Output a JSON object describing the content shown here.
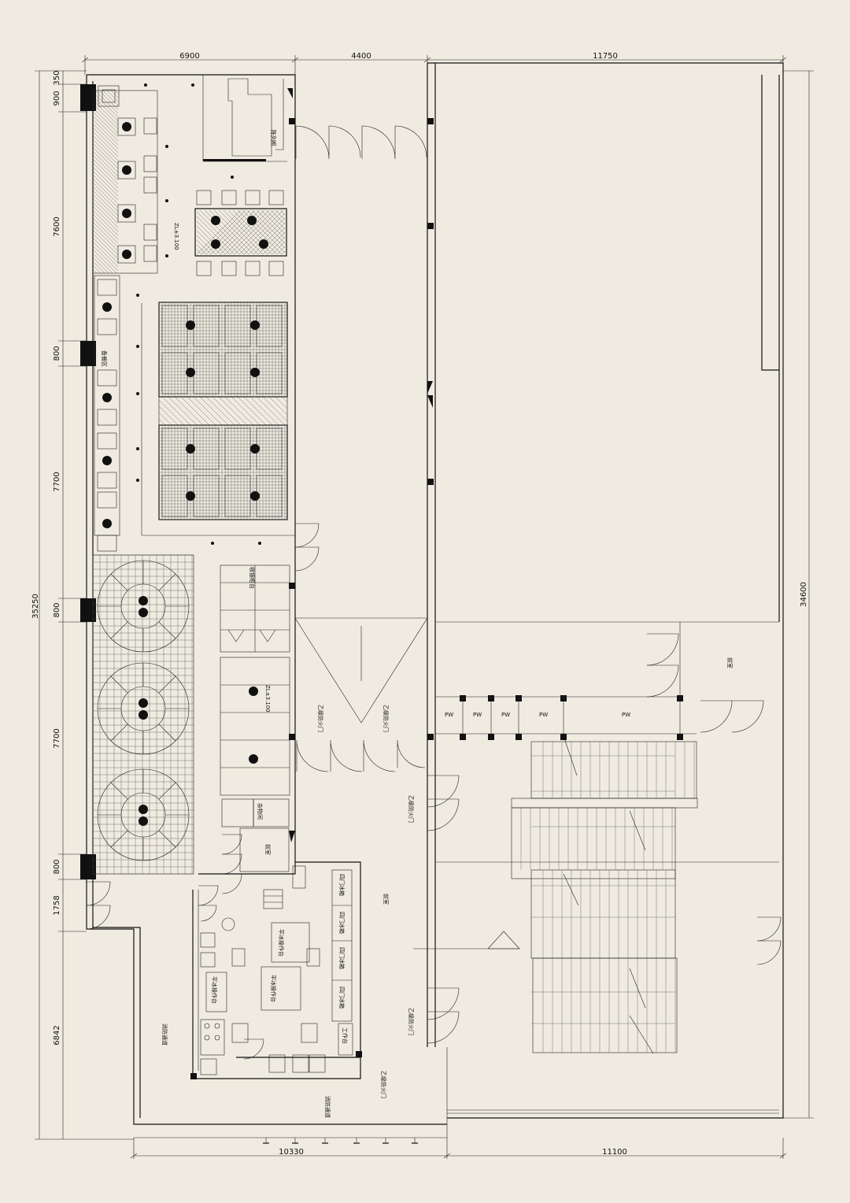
{
  "dimensions": {
    "top": [
      "6900",
      "4400",
      "11750"
    ],
    "bottom": [
      "10330",
      "11100"
    ],
    "left_segments": [
      "350",
      "900",
      "7600",
      "800",
      "7700",
      "800",
      "7700",
      "800",
      "1758",
      "6842"
    ],
    "left_total": "35250",
    "right_total": "34600"
  },
  "labels": {
    "lobby": "前室",
    "fire_door_a": "乙级防火门",
    "fire_door_b": "乙级防火门",
    "fire_door_c": "乙级防火门",
    "fire_door_d": "乙级防火门",
    "fire_door_e": "乙级防火门",
    "pw1": "PW",
    "pw2": "PW",
    "pw3": "PW",
    "pw4": "PW",
    "pw5": "PW",
    "corridor_left": "消防通道",
    "corridor_bottom": "消防通道",
    "storage": "杂物间",
    "service": "备餐区",
    "hall": "前室",
    "cashier": "收银柜台",
    "cabinet": "陈列柜",
    "worktable1": "工作台",
    "worktable2": "平冰操作台",
    "worktable3": "平冰操作台",
    "worktable4": "平冰操作台",
    "fridge1": "四门冰箱",
    "fridge2": "四门冰箱",
    "fridge3": "四门冰箱",
    "fridge4": "四门冰箱",
    "level_tag": "ZL±3.100"
  },
  "colors": {
    "background": "#efebe0",
    "ink": "#111111"
  }
}
